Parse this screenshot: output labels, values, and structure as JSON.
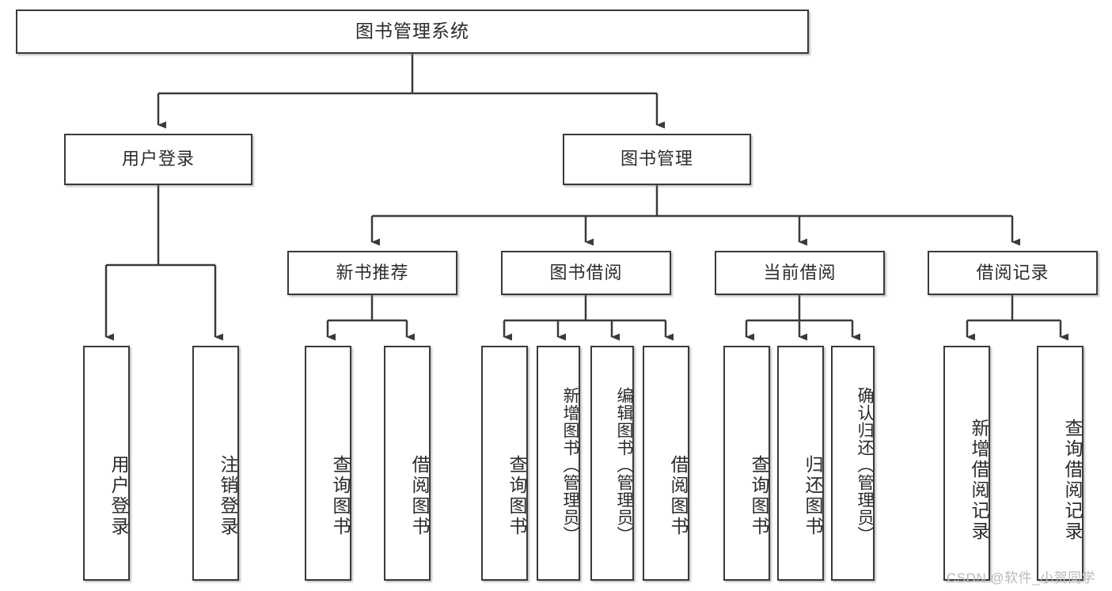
{
  "diagram": {
    "title": "图书管理系统",
    "type": "hierarchy-tree",
    "watermark": "CSDN @软件_小贺同学",
    "colors": {
      "box_border": "#3a3a3a",
      "box_fill": "#ffffff",
      "edge": "#3a3a3a",
      "text": "#2b2b2b",
      "watermark": "#b9b9b9",
      "background": "#ffffff"
    },
    "levels": {
      "root": "图书管理系统",
      "level2": [
        "用户登录",
        "图书管理"
      ],
      "level3": [
        "新书推荐",
        "图书借阅",
        "当前借阅",
        "借阅记录"
      ]
    },
    "nodes": {
      "root": {
        "label": "图书管理系统"
      },
      "user_login": {
        "label": "用户登录"
      },
      "book_manage": {
        "label": "图书管理"
      },
      "new_book_rec": {
        "label": "新书推荐"
      },
      "book_borrow": {
        "label": "图书借阅"
      },
      "current_borrow": {
        "label": "当前借阅"
      },
      "borrow_record": {
        "label": "借阅记录"
      },
      "leaf_user_login": {
        "label": "用户登录"
      },
      "leaf_logout": {
        "label": "注销登录"
      },
      "leaf_query_book_1": {
        "label": "查询图书"
      },
      "leaf_borrow_book_1": {
        "label": "借阅图书"
      },
      "leaf_query_book_2": {
        "label": "查询图书"
      },
      "leaf_add_book": {
        "label": "新增图书（管理员）"
      },
      "leaf_edit_book": {
        "label": "编辑图书（管理员）"
      },
      "leaf_borrow_book_2": {
        "label": "借阅图书"
      },
      "leaf_query_book_3": {
        "label": "查询图书"
      },
      "leaf_return_book": {
        "label": "归还图书"
      },
      "leaf_confirm_return": {
        "label": "确认归还（管理员）"
      },
      "leaf_add_record": {
        "label": "新增借阅记录"
      },
      "leaf_query_record": {
        "label": "查询借阅记录"
      }
    },
    "edges": [
      {
        "from": "root",
        "to": "user_login"
      },
      {
        "from": "root",
        "to": "book_manage"
      },
      {
        "from": "user_login",
        "to": "leaf_user_login"
      },
      {
        "from": "user_login",
        "to": "leaf_logout"
      },
      {
        "from": "book_manage",
        "to": "new_book_rec"
      },
      {
        "from": "book_manage",
        "to": "book_borrow"
      },
      {
        "from": "book_manage",
        "to": "current_borrow"
      },
      {
        "from": "book_manage",
        "to": "borrow_record"
      },
      {
        "from": "new_book_rec",
        "to": "leaf_query_book_1"
      },
      {
        "from": "new_book_rec",
        "to": "leaf_borrow_book_1"
      },
      {
        "from": "book_borrow",
        "to": "leaf_query_book_2"
      },
      {
        "from": "book_borrow",
        "to": "leaf_add_book"
      },
      {
        "from": "book_borrow",
        "to": "leaf_edit_book"
      },
      {
        "from": "book_borrow",
        "to": "leaf_borrow_book_2"
      },
      {
        "from": "current_borrow",
        "to": "leaf_query_book_3"
      },
      {
        "from": "current_borrow",
        "to": "leaf_return_book"
      },
      {
        "from": "current_borrow",
        "to": "leaf_confirm_return"
      },
      {
        "from": "borrow_record",
        "to": "leaf_add_record"
      },
      {
        "from": "borrow_record",
        "to": "leaf_query_record"
      }
    ]
  }
}
